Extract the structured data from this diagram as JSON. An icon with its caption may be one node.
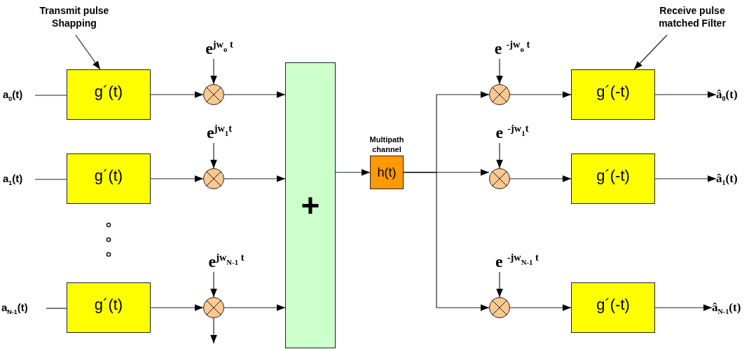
{
  "diagram": {
    "nodes": [
      {
        "text": [
          "a$_{0}$(t)"
        ]
      },
      {
        "text": [
          "a$_{1}$(t)"
        ]
      },
      {
        "text": [
          "a$_{N-1}$(t)"
        ]
      },
      {
        "text": [
          "g´(t)"
        ]
      },
      {
        "text": [
          "g´(t)"
        ]
      },
      {
        "text": [
          "g´(t)"
        ]
      },
      {
        "text": [],
        "shape": "circle"
      },
      {
        "text": [],
        "shape": "circle"
      },
      {
        "text": [],
        "shape": "circle"
      },
      {
        "text": [
          "e$^{jw}$$_{o}$$^{ t}$"
        ]
      },
      {
        "text": [
          "e$^{jw}$$_{1}$$^{t}$"
        ]
      },
      {
        "text": [
          "e$^{jw}$$_{N-1}$$^{ t}$"
        ]
      },
      {
        "text": [
          "+"
        ]
      },
      {
        "text": [
          "h(t)"
        ],
        "beside": [
          "Multipath channel"
        ]
      },
      {
        "text": [],
        "shape": "circle"
      },
      {
        "text": [],
        "shape": "circle"
      },
      {
        "text": [],
        "shape": "circle"
      },
      {
        "text": [
          "e $^{-jw}$$_{o}$$^{ t}$"
        ]
      },
      {
        "text": [
          "e $^{-jw}$$_{1}$$^{t}$"
        ]
      },
      {
        "text": [
          "e $^{-jw}$$_{N-1}$$^{ t}$"
        ]
      },
      {
        "text": [
          "g´(-t)"
        ]
      },
      {
        "text": [
          "g´(-t)"
        ]
      },
      {
        "text": [
          "g´(-t)"
        ]
      },
      {
        "text": [
          "â$_{0}$(t)"
        ]
      },
      {
        "text": [
          "â$_{1}$(t)"
        ]
      },
      {
        "text": [
          "â$_{N-1}$(t)"
        ]
      },
      {
        "text": [
          "Transmit pulse Shapping"
        ]
      },
      {
        "text": [
          "Receive pulse matched Filter"
        ]
      }
    ],
    "edges": [
      {
        "from": 0,
        "to": 3,
        "arrow": "none"
      },
      {
        "from": 3,
        "to": 6,
        "arrow": "to"
      },
      {
        "from": 9,
        "to": 6,
        "arrow": "to"
      },
      {
        "from": 6,
        "to": 12,
        "arrow": "to"
      },
      {
        "from": 1,
        "to": 4,
        "arrow": "none"
      },
      {
        "from": 4,
        "to": 7,
        "arrow": "to"
      },
      {
        "from": 10,
        "to": 7,
        "arrow": "to"
      },
      {
        "from": 7,
        "to": 12,
        "arrow": "to"
      },
      {
        "from": 2,
        "to": 5,
        "arrow": "none"
      },
      {
        "from": 5,
        "to": 8,
        "arrow": "to"
      },
      {
        "from": 11,
        "to": 8,
        "arrow": "to"
      },
      {
        "from": 8,
        "to": 12,
        "arrow": "to"
      },
      {
        "from": 8,
        "to": null,
        "arrow": "to"
      },
      {
        "from": 12,
        "to": 13,
        "arrow": "to"
      },
      {
        "from": 13,
        "to": 14,
        "arrow": "to"
      },
      {
        "from": 13,
        "to": 15,
        "arrow": "to"
      },
      {
        "from": 13,
        "to": 16,
        "arrow": "to"
      },
      {
        "from": 17,
        "to": 14,
        "arrow": "to"
      },
      {
        "from": 14,
        "to": 20,
        "arrow": "to"
      },
      {
        "from": 20,
        "to": 23,
        "arrow": "to"
      },
      {
        "from": 18,
        "to": 15,
        "arrow": "to"
      },
      {
        "from": 15,
        "to": 21,
        "arrow": "to"
      },
      {
        "from": 21,
        "to": 24,
        "arrow": "to"
      },
      {
        "from": 19,
        "to": 16,
        "arrow": "to"
      },
      {
        "from": 16,
        "to": 22,
        "arrow": "to"
      },
      {
        "from": 22,
        "to": 25,
        "arrow": "to"
      },
      {
        "from": 26,
        "to": 3,
        "arrow": "to"
      },
      {
        "from": 27,
        "to": 20,
        "arrow": "to"
      }
    ]
  }
}
